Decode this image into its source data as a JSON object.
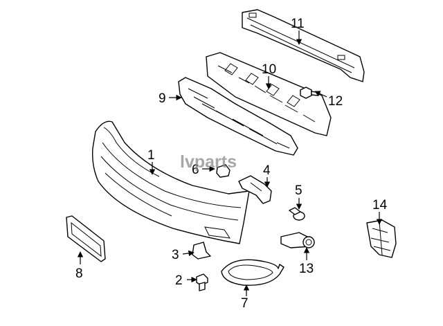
{
  "watermark": "lvparts",
  "callouts": [
    "1",
    "2",
    "3",
    "4",
    "5",
    "6",
    "7",
    "8",
    "9",
    "10",
    "11",
    "12",
    "13",
    "14"
  ]
}
